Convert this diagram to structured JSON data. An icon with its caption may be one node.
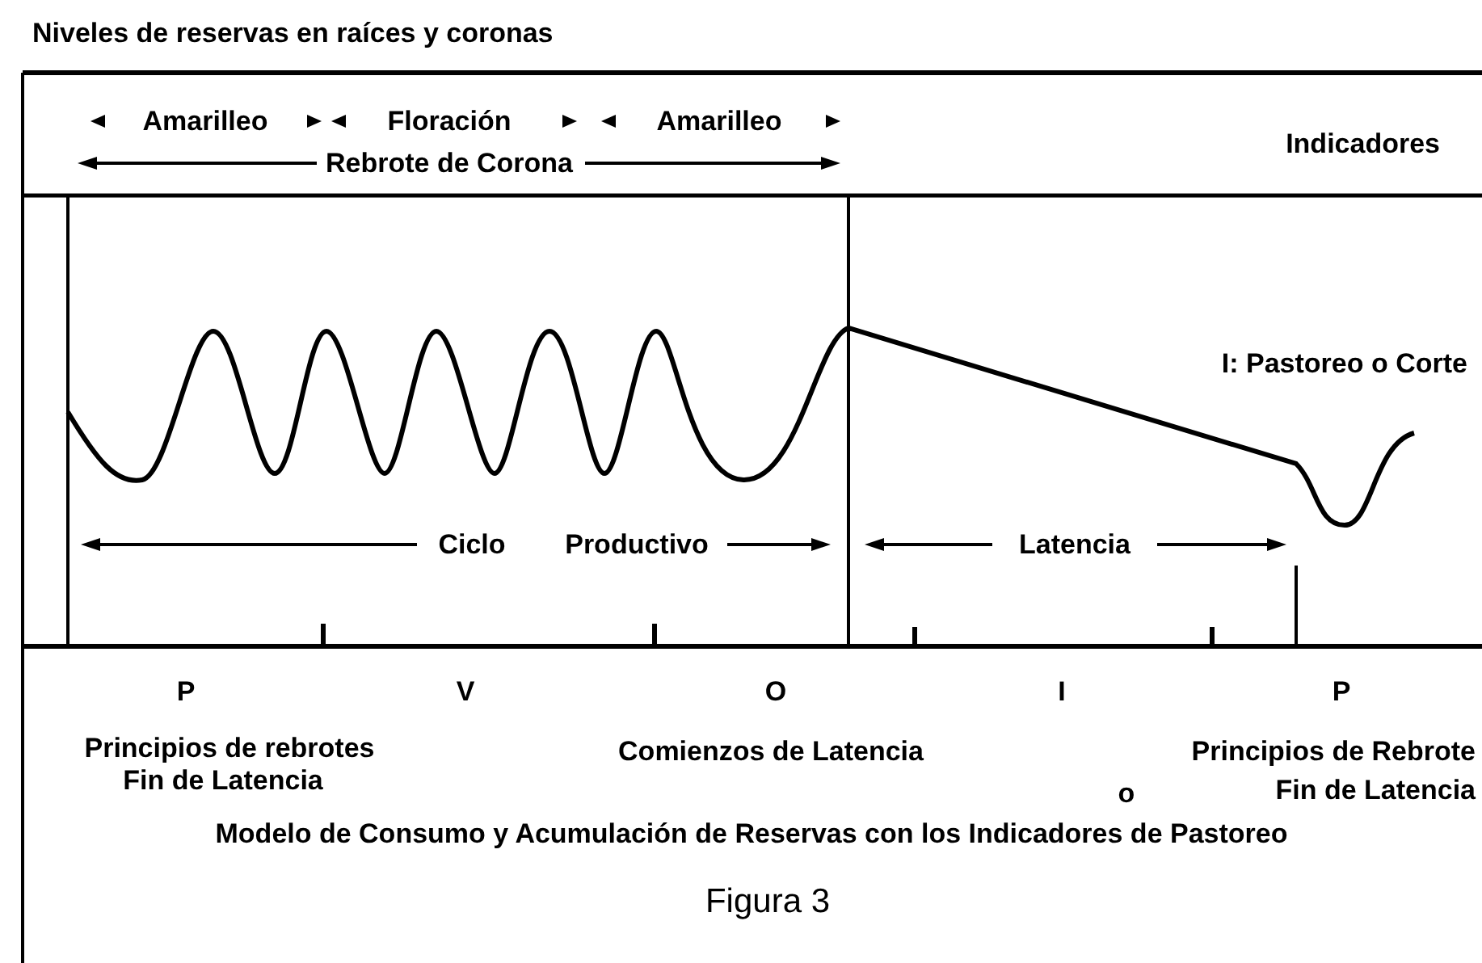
{
  "diagram": {
    "title": "Niveles de reservas en raíces y coronas",
    "caption": "Figura 3",
    "labels": [
      "Amarilleo",
      "Floración",
      "Amarilleo",
      "Rebrote de Corona",
      "Indicadores",
      "I: Pastoreo o Corte",
      "Ciclo",
      "Productivo",
      "Latencia",
      "P",
      "V",
      "O",
      "I",
      "P",
      "Principios de rebrotes",
      "Fin de Latencia",
      "Comienzos de Latencia",
      "Principios de Rebrote",
      "o",
      "Fin de Latencia",
      "Modelo de Consumo y Acumulación de Reservas con los Indicadores de Pastoreo"
    ]
  }
}
